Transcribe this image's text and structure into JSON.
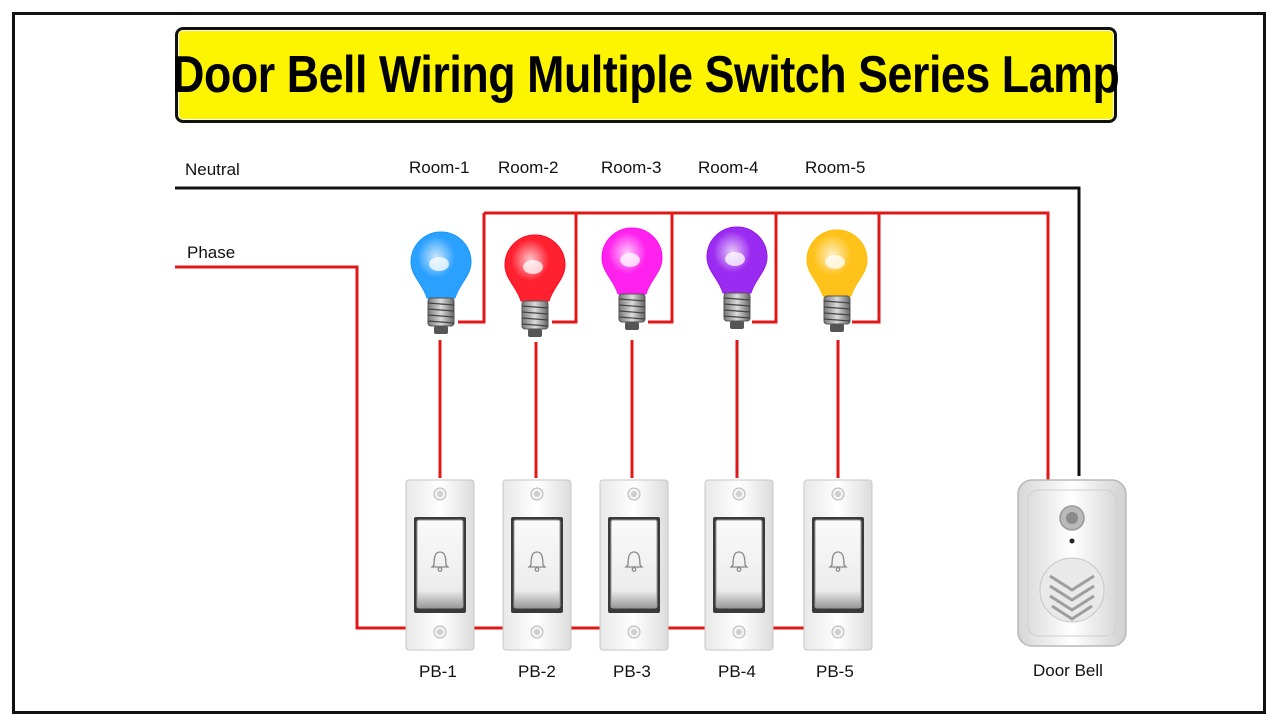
{
  "title": "Door Bell Wiring Multiple Switch Series Lamp",
  "lines": {
    "neutral": "Neutral",
    "phase": "Phase"
  },
  "rooms": [
    {
      "label": "Room-1",
      "color": "#2aa0ff"
    },
    {
      "label": "Room-2",
      "color": "#ff2030"
    },
    {
      "label": "Room-3",
      "color": "#ff22ee"
    },
    {
      "label": "Room-4",
      "color": "#9b2bf0"
    },
    {
      "label": "Room-5",
      "color": "#ffc21a"
    }
  ],
  "switches": [
    "PB-1",
    "PB-2",
    "PB-3",
    "PB-4",
    "PB-5"
  ],
  "bell": {
    "label": "Door Bell"
  },
  "colors": {
    "phase_wire": "#e01818",
    "neutral_wire": "#111111",
    "title_bg": "#fcf400"
  }
}
